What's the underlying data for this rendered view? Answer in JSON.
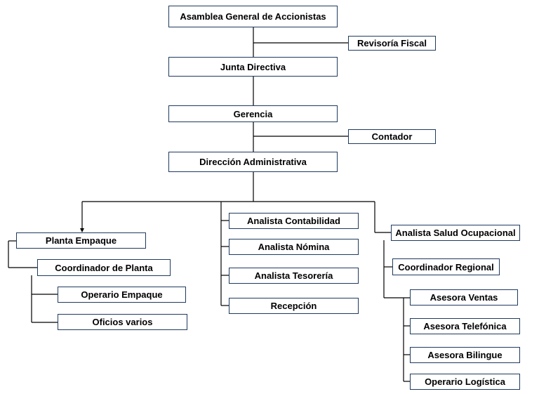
{
  "org_chart": {
    "nodes": {
      "asamblea": "Asamblea General de Accionistas",
      "revisoria": "Revisoría Fiscal",
      "junta": "Junta Directiva",
      "gerencia": "Gerencia",
      "contador": "Contador",
      "direccion": "Dirección Administrativa",
      "planta_empaque": "Planta Empaque",
      "coordinador_planta": "Coordinador de Planta",
      "operario_empaque": "Operario Empaque",
      "oficios_varios": "Oficios varios",
      "analista_contabilidad": "Analista Contabilidad",
      "analista_nomina": "Analista Nómina",
      "analista_tesoreria": "Analista Tesorería",
      "recepcion": "Recepción",
      "analista_salud": "Analista Salud Ocupacional",
      "coordinador_regional": "Coordinador Regional",
      "asesora_ventas": "Asesora Ventas",
      "asesora_telefonica": "Asesora Telefónica",
      "asesora_bilingue": "Asesora Bilingue",
      "operario_logistica": "Operario Logística"
    }
  }
}
